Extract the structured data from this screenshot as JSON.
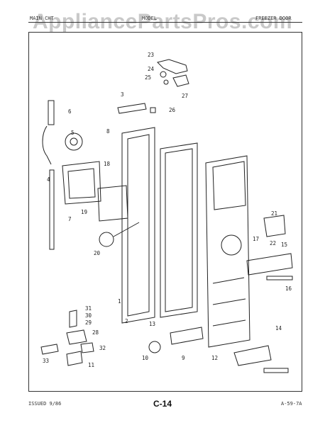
{
  "watermark": "AppliancePartsPros.com",
  "header": {
    "left": "MAIN CHT",
    "center": "MODEL",
    "right": "FREEZER DOOR"
  },
  "callouts": [
    "23",
    "24",
    "25",
    "27",
    "26",
    "3",
    "6",
    "5",
    "8",
    "18",
    "4",
    "7",
    "19",
    "20",
    "13",
    "21",
    "22",
    "17",
    "15",
    "16",
    "1",
    "2",
    "14",
    "31",
    "30",
    "29",
    "28",
    "32",
    "33",
    "11",
    "10",
    "9",
    "12"
  ],
  "footer": {
    "issued": "ISSUED 9/86",
    "page": "C-14",
    "code": "A-59-7A"
  }
}
